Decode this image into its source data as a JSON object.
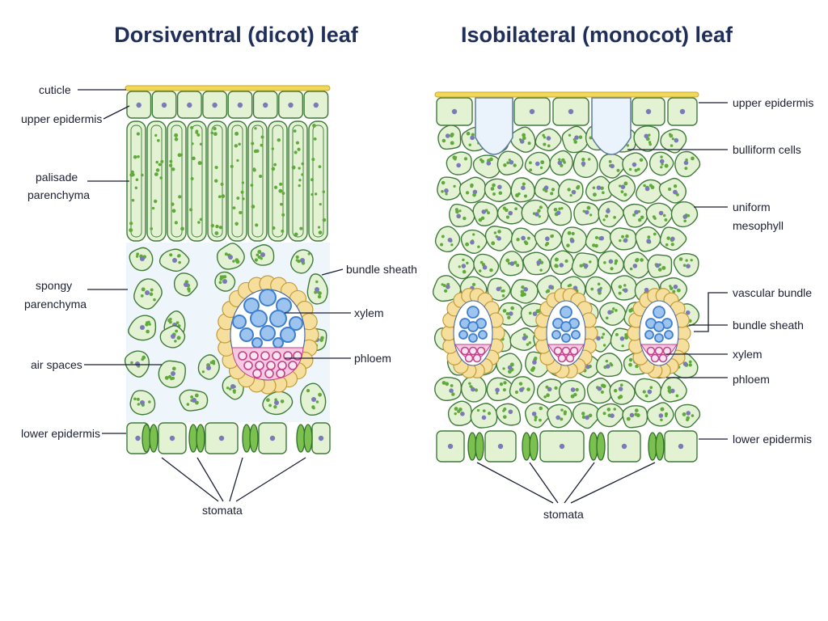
{
  "titles": {
    "dicot": "Dorsiventral (dicot) leaf",
    "monocot": "Isobilateral (monocot) leaf"
  },
  "dicot_labels": {
    "cuticle": "cuticle",
    "upper_epidermis": "upper epidermis",
    "palisade_1": "palisade",
    "palisade_2": "parenchyma",
    "spongy_1": "spongy",
    "spongy_2": "parenchyma",
    "air_spaces": "air spaces",
    "lower_epidermis": "lower epidermis",
    "bundle_sheath": "bundle sheath",
    "xylem": "xylem",
    "phloem": "phloem",
    "stomata": "stomata"
  },
  "monocot_labels": {
    "upper_epidermis": "upper epidermis",
    "bulliform_cells": "bulliform cells",
    "mesophyll_1": "uniform",
    "mesophyll_2": "mesophyll",
    "vascular_bundle": "vascular bundle",
    "bundle_sheath": "bundle sheath",
    "xylem": "xylem",
    "phloem": "phloem",
    "lower_epidermis": "lower epidermis",
    "stomata": "stomata"
  },
  "colors": {
    "cell_fill": "#e3f2d3",
    "cell_stroke": "#3f7a3a",
    "chloroplast": "#5faa3a",
    "nucleus": "#7a7ab8",
    "cuticle": "#f2d85a",
    "sheath": "#f6df9c",
    "xylem": "#3f7fd0",
    "phloem": "#c2408c",
    "bulliform": "#eaf3fb",
    "air_space": "#eef6fb"
  }
}
